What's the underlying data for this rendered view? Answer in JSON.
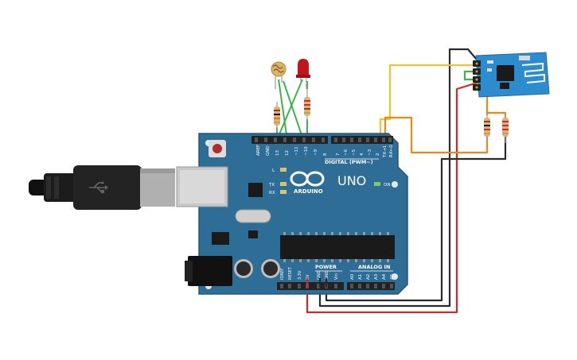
{
  "board": {
    "brand": "ARDUINO",
    "model": "UNO",
    "digital_header_label": "DIGITAL (PWM~)",
    "power_label": "POWER",
    "analog_label": "ANALOG IN",
    "on_label": "ON",
    "led_l": "L",
    "led_tx": "TX",
    "led_rx": "RX",
    "digital_pins": [
      "AREF",
      "GND",
      "13",
      "12",
      "~11",
      "~10",
      "~9",
      "8",
      "7",
      "~6",
      "~5",
      "4",
      "~3",
      "2",
      "TX→1",
      "RX←0"
    ],
    "power_pins": [
      "IOREF",
      "RESET",
      "3.3V",
      "5V",
      "GND",
      "GND",
      "Vin"
    ],
    "analog_pins": [
      "A0",
      "A1",
      "A2",
      "A3",
      "A4",
      "A5"
    ]
  },
  "colors": {
    "board": "#2e6d96",
    "board_edge": "#24587a",
    "header": "#222222",
    "wire_green": "#3fb24a",
    "wire_red": "#d62828",
    "wire_black": "#2a2a2a",
    "wire_yellow": "#f2c32e",
    "wire_orange": "#e88a1a",
    "led_red": "#c0161b",
    "esp_board": "#2d8ccd",
    "resistor_body": "#d9b37c"
  },
  "components": {
    "usb_icon": "usb-plug-icon",
    "ldr_icon": "photoresistor-icon",
    "led_icon": "led-icon",
    "wifi_module_icon": "esp8266-module-icon"
  }
}
